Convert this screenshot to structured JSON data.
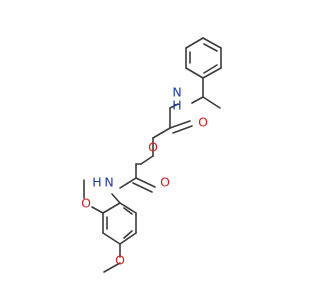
{
  "molecule": {
    "labels": {
      "n_top": "N",
      "h_top": "H",
      "o_top_carbonyl": "O",
      "o_ether": "O",
      "n_bottom": "N",
      "h_bottom": "H",
      "o_bottom_carbonyl": "O",
      "o_methoxy_ortho": "O",
      "o_methoxy_para": "O"
    }
  },
  "colors": {
    "bond": "#3b3b3b",
    "nitrogen": "#1f3aa8",
    "oxygen": "#d32020"
  }
}
